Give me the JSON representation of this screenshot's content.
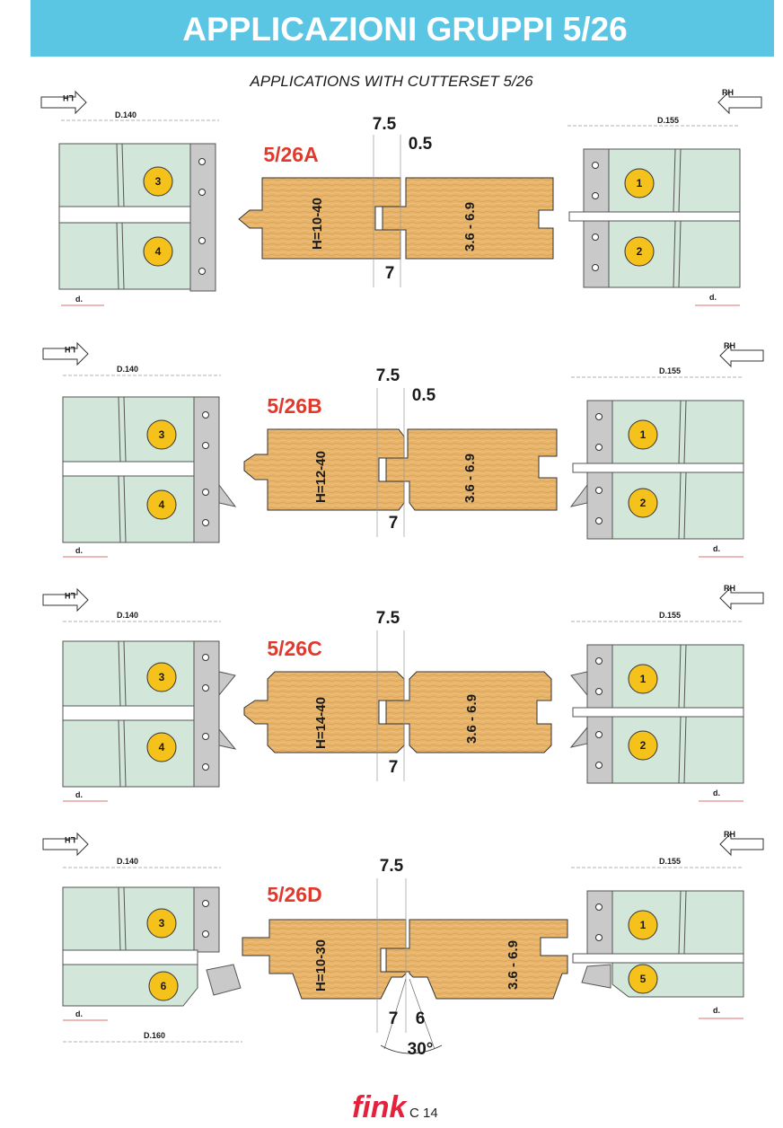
{
  "header": {
    "title": "APPLICAZIONI GRUPPI  5/26",
    "subtitle": "APPLICATIONS WITH CUTTERSET 5/26",
    "bg_color": "#5ac6e4"
  },
  "labels": {
    "lh": "LH",
    "rh": "RH",
    "d": "d."
  },
  "colors": {
    "wood": "#e8b46a",
    "tool": "#d3e6da",
    "plate": "#c9c9c9",
    "accent": "#e03a2c",
    "badge": "#f5c21b"
  },
  "panels": [
    {
      "code": "5/26A",
      "h_range": "H=10-40",
      "tongue": "3.6 - 6.9",
      "dim_top": "7.5",
      "dim_small": "0.5",
      "dim_bottom": "7",
      "left_diam": "D.140",
      "right_diam": "D.155",
      "left_upper": "3",
      "left_lower": "4",
      "right_upper": "1",
      "right_lower": "2"
    },
    {
      "code": "5/26B",
      "h_range": "H=12-40",
      "tongue": "3.6 - 6.9",
      "dim_top": "7.5",
      "dim_small": "0.5",
      "dim_bottom": "7",
      "left_diam": "D.140",
      "right_diam": "D.155",
      "left_upper": "3",
      "left_lower": "4",
      "right_upper": "1",
      "right_lower": "2"
    },
    {
      "code": "5/26C",
      "h_range": "H=14-40",
      "tongue": "3.6 - 6.9",
      "dim_top": "7.5",
      "dim_bottom": "7",
      "left_diam": "D.140",
      "right_diam": "D.155",
      "left_upper": "3",
      "left_lower": "4",
      "right_upper": "1",
      "right_lower": "2"
    },
    {
      "code": "5/26D",
      "h_range": "H=10-30",
      "tongue": "3.6 - 6.9",
      "dim_top": "7.5",
      "dim_bottom": "7",
      "dim_bottom2": "6",
      "angle": "30°",
      "left_diam": "D.140",
      "left_diam2": "D.160",
      "right_diam": "D.155",
      "left_upper": "3",
      "left_lower": "6",
      "right_upper": "1",
      "right_lower": "5"
    }
  ],
  "footer": {
    "brand": "fink",
    "page": "C 14"
  }
}
